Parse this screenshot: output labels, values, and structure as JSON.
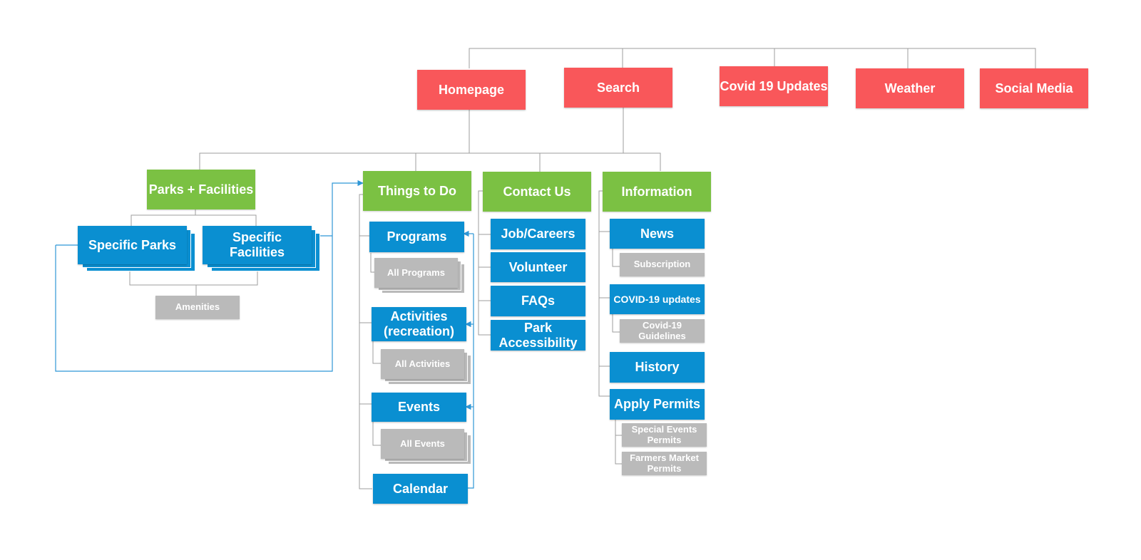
{
  "top_nav": {
    "homepage": "Homepage",
    "search": "Search",
    "covid_updates": "Covid 19 Updates",
    "weather": "Weather",
    "social_media": "Social Media"
  },
  "sections": {
    "parks_facilities": "Parks + Facilities",
    "things_to_do": "Things to Do",
    "contact_us": "Contact Us",
    "information": "Information"
  },
  "parks": {
    "specific_parks": "Specific Parks",
    "specific_facilities": "Specific Facilities",
    "amenities": "Amenities"
  },
  "things": {
    "programs": "Programs",
    "all_programs": "All Programs",
    "activities": "Activities (recreation)",
    "all_activities": "All Activities",
    "events": "Events",
    "all_events": "All Events",
    "calendar": "Calendar"
  },
  "contact": {
    "jobs": "Job/Careers",
    "volunteer": "Volunteer",
    "faqs": "FAQs",
    "accessibility": "Park Accessibility"
  },
  "info": {
    "news": "News",
    "subscription": "Subscription",
    "covid_updates": "COVID-19 updates",
    "covid_guidelines": "Covid-19 Guidelines",
    "history": "History",
    "apply_permits": "Apply Permits",
    "special_events_permits": "Special Events Permits",
    "farmers_market_permits": "Farmers Market Permits"
  },
  "colors": {
    "top_level": "#f9575a",
    "section": "#7bc143",
    "page": "#0a8fd1",
    "sub_page": "#bababa",
    "connector": "#9e9e9e",
    "cross_link": "#2f97d6"
  }
}
